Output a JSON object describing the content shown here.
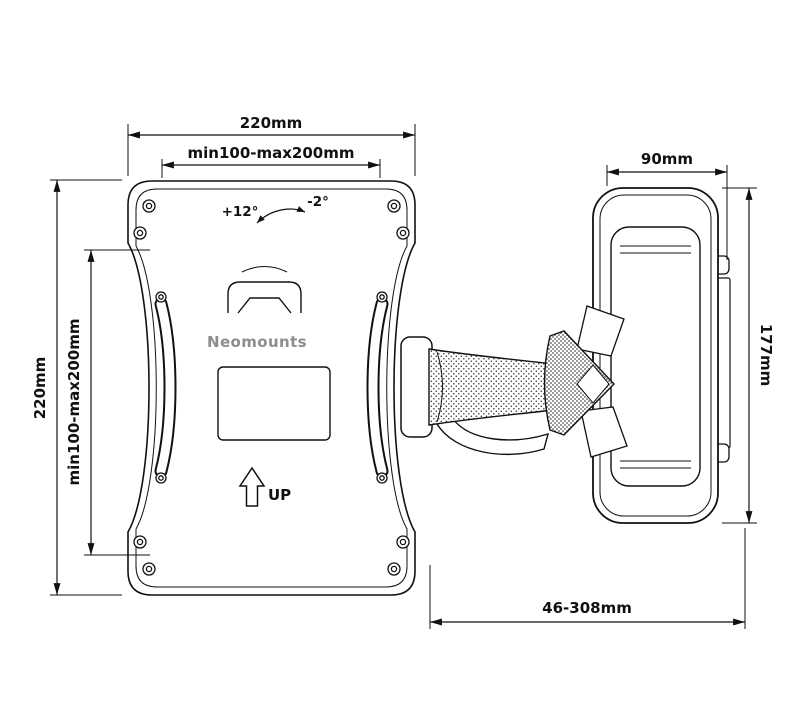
{
  "diagram": {
    "brand": "Neomounts",
    "labels": {
      "plate_width": "220mm",
      "vesa_width": "min100-max200mm",
      "plate_height": "220mm",
      "vesa_height": "min100-max200mm",
      "tilt_up": "+12°",
      "tilt_down": "-2°",
      "up": "UP",
      "bracket_width": "90mm",
      "bracket_height": "177mm",
      "extension_range": "46-308mm"
    },
    "colors": {
      "line": "#111111",
      "brand_text": "#8d8d8d",
      "background": "#ffffff"
    }
  }
}
